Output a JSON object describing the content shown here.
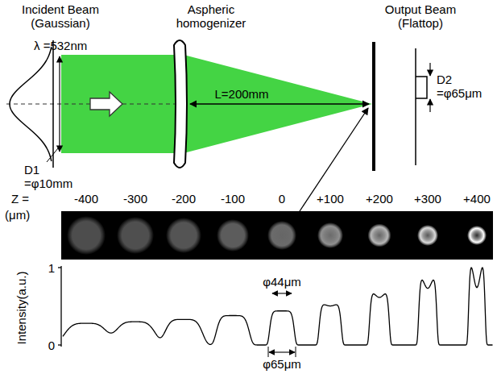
{
  "diagram": {
    "labels": [
      "Incident Beam (Gaussian)",
      "Aspheric homogenizer",
      "Output Beam (Flattop)",
      "λ =532nm",
      "D1 =φ10mm",
      "L=200mm",
      "D2 =φ65μm",
      "Z =",
      "-400",
      "-300",
      "-200",
      "-100",
      "0",
      "+100",
      "+200",
      "+300",
      "+400",
      "(μm)",
      "Intensity(a.u.)",
      "1",
      "0",
      "φ44μm",
      "φ65μm"
    ]
  }
}
